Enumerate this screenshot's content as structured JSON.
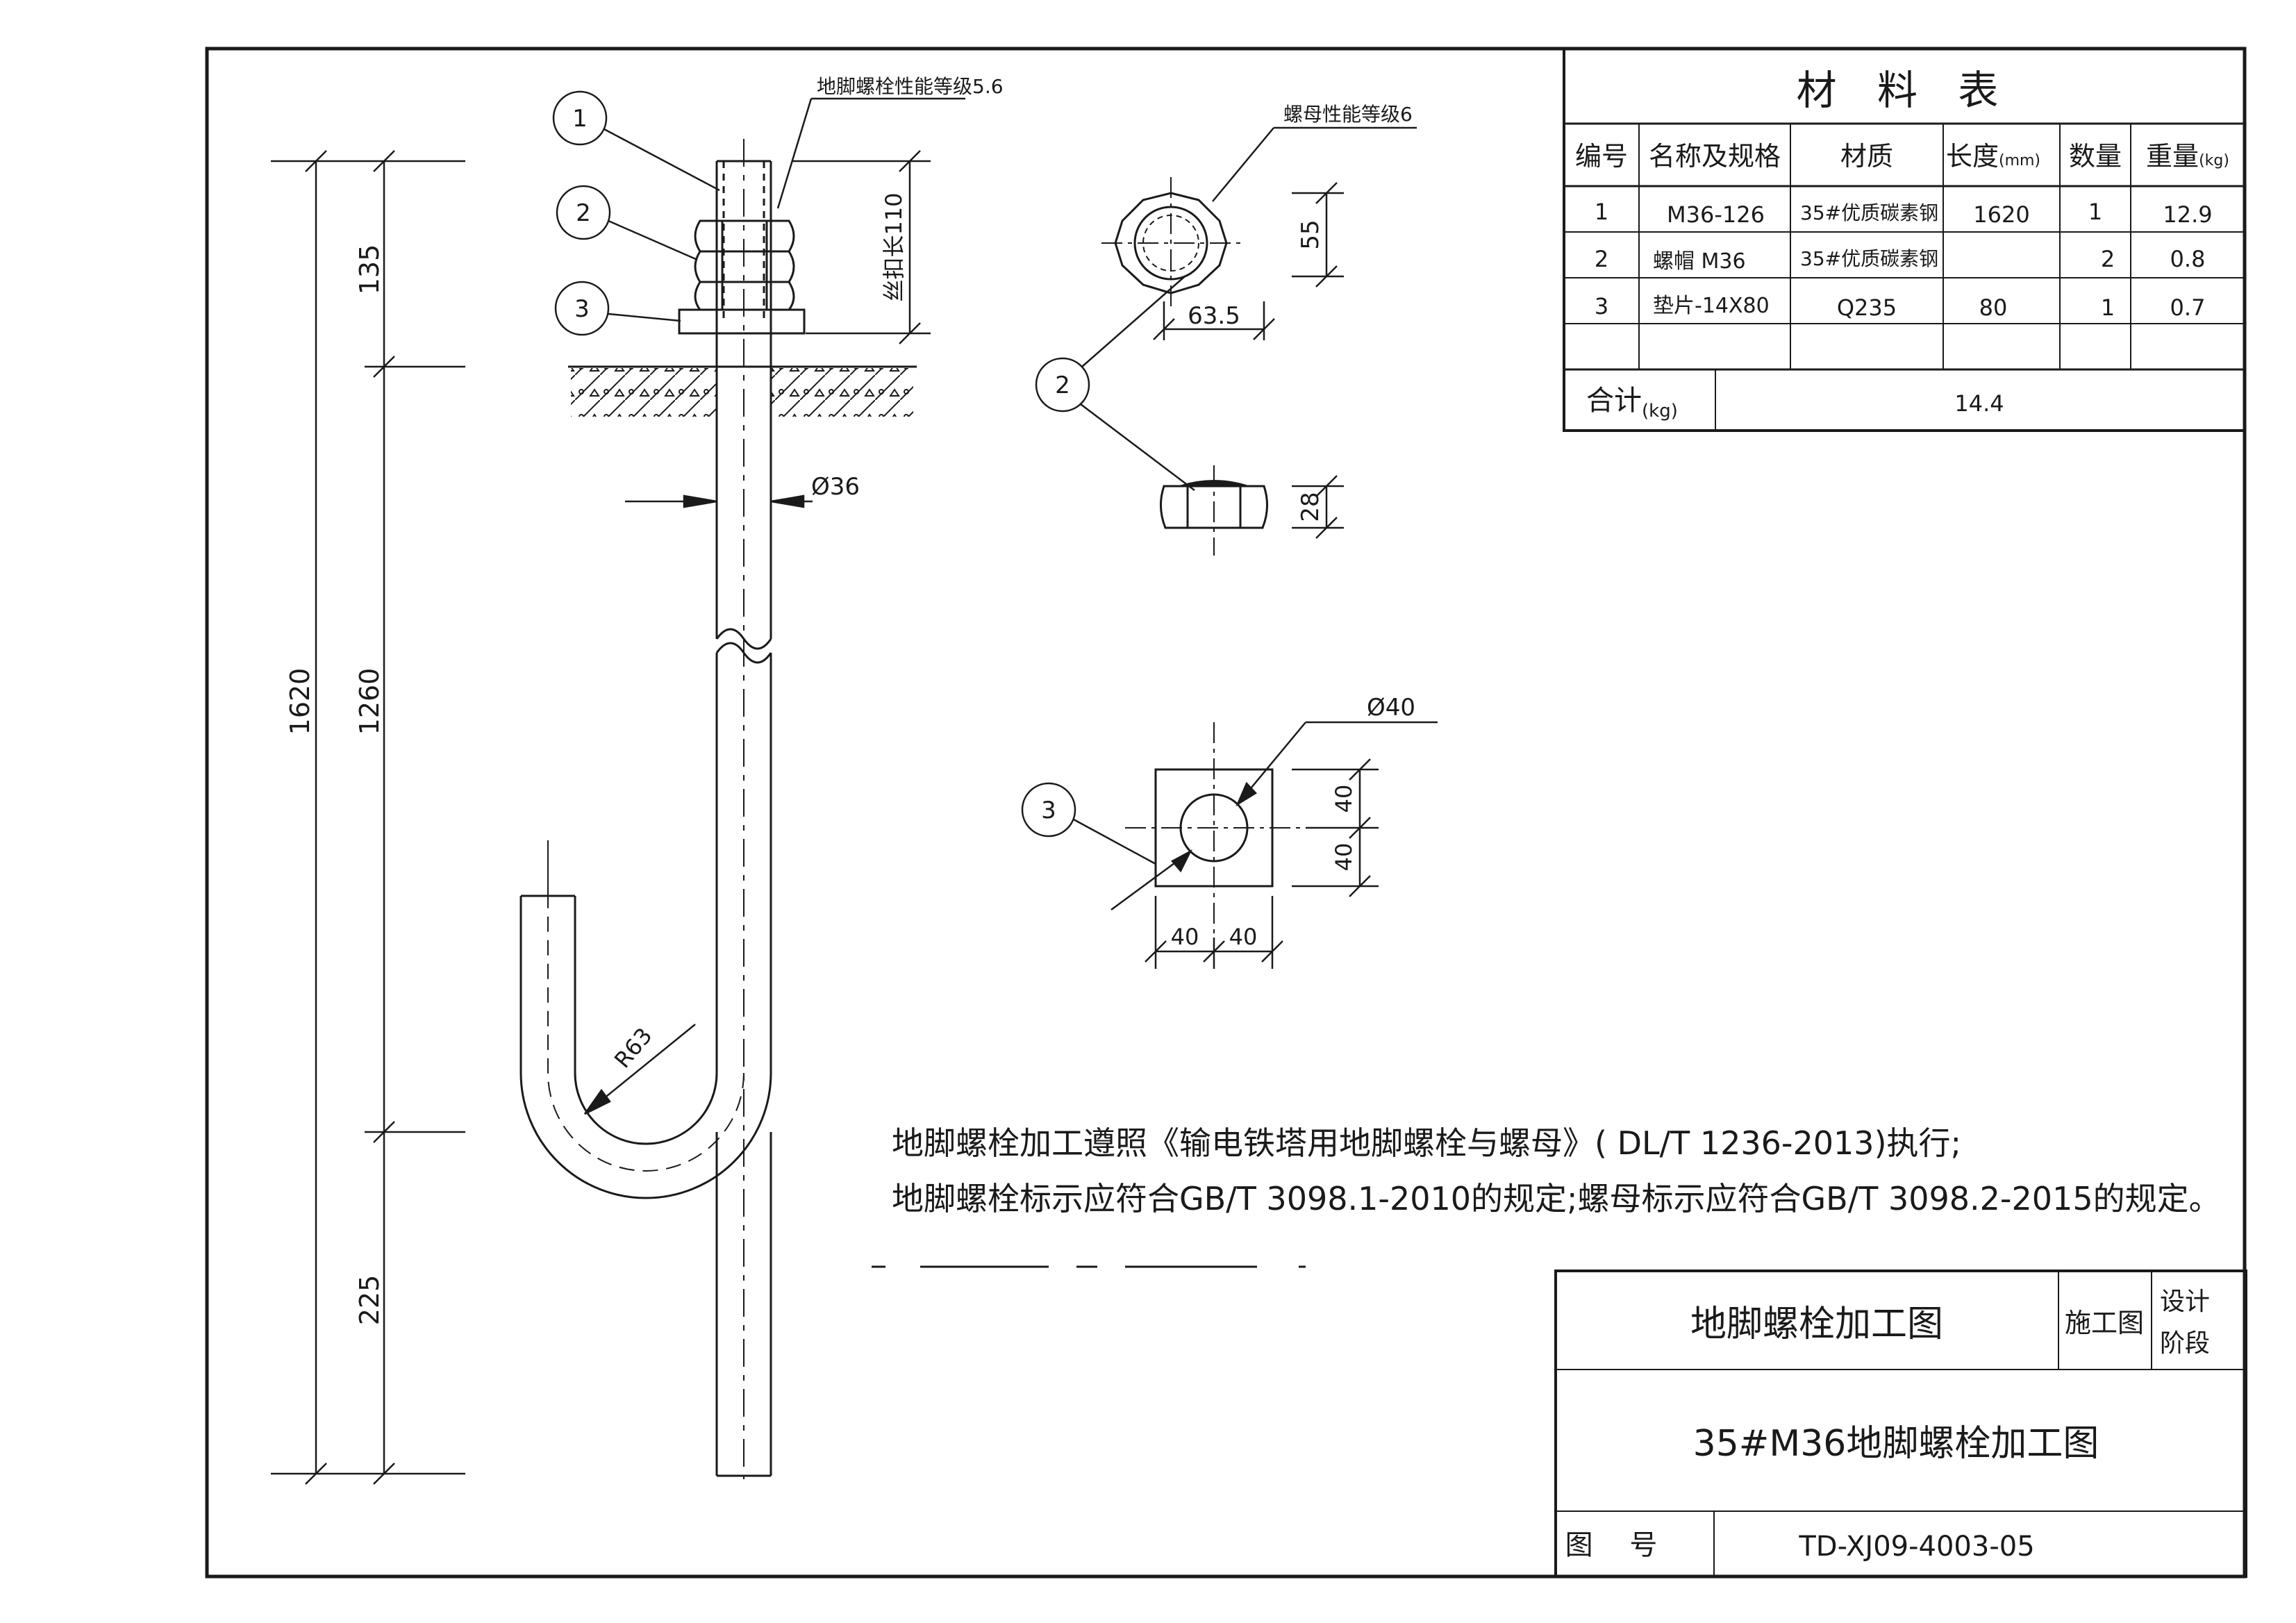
{
  "bolt_view": {
    "callouts": [
      "1",
      "2",
      "3"
    ],
    "grade_label": "地脚螺栓性能等级5.6",
    "thread_label": "丝扣长110",
    "diameter_label": "Ø36",
    "radius_label": "R63",
    "dims": {
      "total": "1620",
      "top": "135",
      "mid": "1260",
      "bottom": "225"
    }
  },
  "nut_view": {
    "callout": "2",
    "grade_label": "螺母性能等级6",
    "height_label": "55",
    "width_label": "63.5",
    "thickness_label": "28"
  },
  "washer_view": {
    "callout": "3",
    "hole_label": "Ø40",
    "dims_v": [
      "40",
      "40"
    ],
    "dims_h": [
      "40",
      "40"
    ]
  },
  "material_table": {
    "title": "材 料 表",
    "headers": {
      "no": "编号",
      "name": "名称及规格",
      "material": "材质",
      "length": "长度",
      "length_unit": "(mm)",
      "qty": "数量",
      "weight": "重量",
      "weight_unit": "(kg)"
    },
    "rows": [
      {
        "no": "1",
        "name": "M36-126",
        "material": "35#优质碳素钢",
        "length": "1620",
        "qty": "1",
        "weight": "12.9"
      },
      {
        "no": "2",
        "name": "螺帽 M36",
        "material": "35#优质碳素钢",
        "length": "",
        "qty": "2",
        "weight": "0.8"
      },
      {
        "no": "3",
        "name": "垫片-14X80",
        "material": "Q235",
        "length": "80",
        "qty": "1",
        "weight": "0.7"
      },
      {
        "no": "",
        "name": "",
        "material": "",
        "length": "",
        "qty": "",
        "weight": ""
      }
    ],
    "total_label": "合计",
    "total_unit": "(kg)",
    "total_value": "14.4"
  },
  "notes": [
    "地脚螺栓加工遵照《输电铁塔用地脚螺栓与螺母》( DL/T 1236-2013)执行;",
    "地脚螺栓标示应符合GB/T 3098.1-2010的规定;螺母标示应符合GB/T 3098.2-2015的规定。"
  ],
  "title_block": {
    "drawing_name": "地脚螺栓加工图",
    "stage": "施工图",
    "stage_label_1": "设计",
    "stage_label_2": "阶段",
    "subtitle": "35#M36地脚螺栓加工图",
    "number_label": "图 号",
    "number": "TD-XJ09-4003-05"
  }
}
